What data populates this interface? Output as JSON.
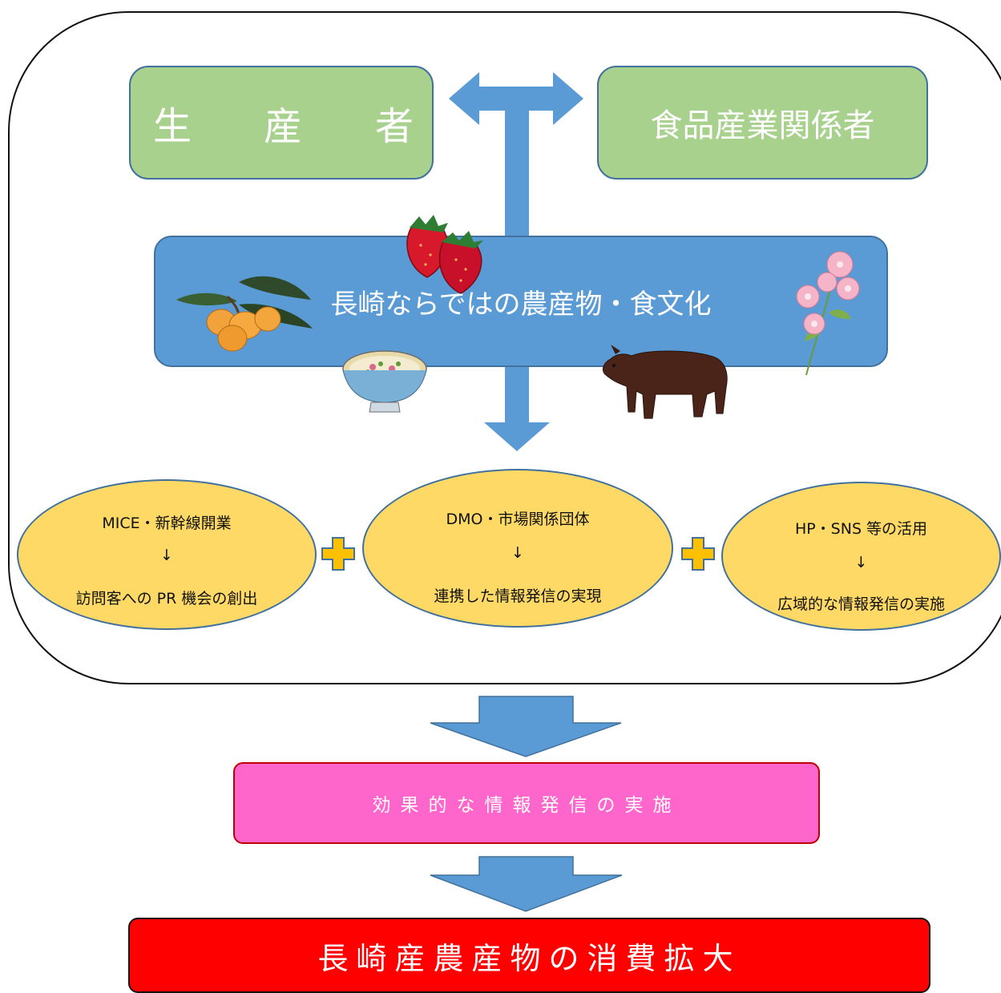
{
  "top": {
    "producer": [
      "生",
      "産",
      "者"
    ],
    "food_industry": "食品産業関係者"
  },
  "center_box": "長崎ならではの農産物・食文化",
  "illustrations": [
    "strawberry-icon",
    "loquat-icon",
    "flower-icon",
    "soup-bowl-icon",
    "cow-icon"
  ],
  "ellipses": [
    {
      "top": "MICE・新幹線開業",
      "arrow": "↓",
      "bottom": "訪問客への PR 機会の創出"
    },
    {
      "top": "DMO・市場関係団体",
      "arrow": "↓",
      "bottom": "連携した情報発信の実現"
    },
    {
      "top": "HP・SNS 等の活用",
      "arrow": "↓",
      "bottom": "広域的な情報発信の実施"
    }
  ],
  "effective": "効果的な情報発信の実施",
  "result": "長崎産農産物の消費拡大",
  "colors": {
    "arrow": "#5b9bd5",
    "plus": "#ffc000",
    "green": "#a9d18e",
    "ellipse": "#ffd966",
    "pink": "#ff66cc",
    "red": "#ff0000"
  }
}
